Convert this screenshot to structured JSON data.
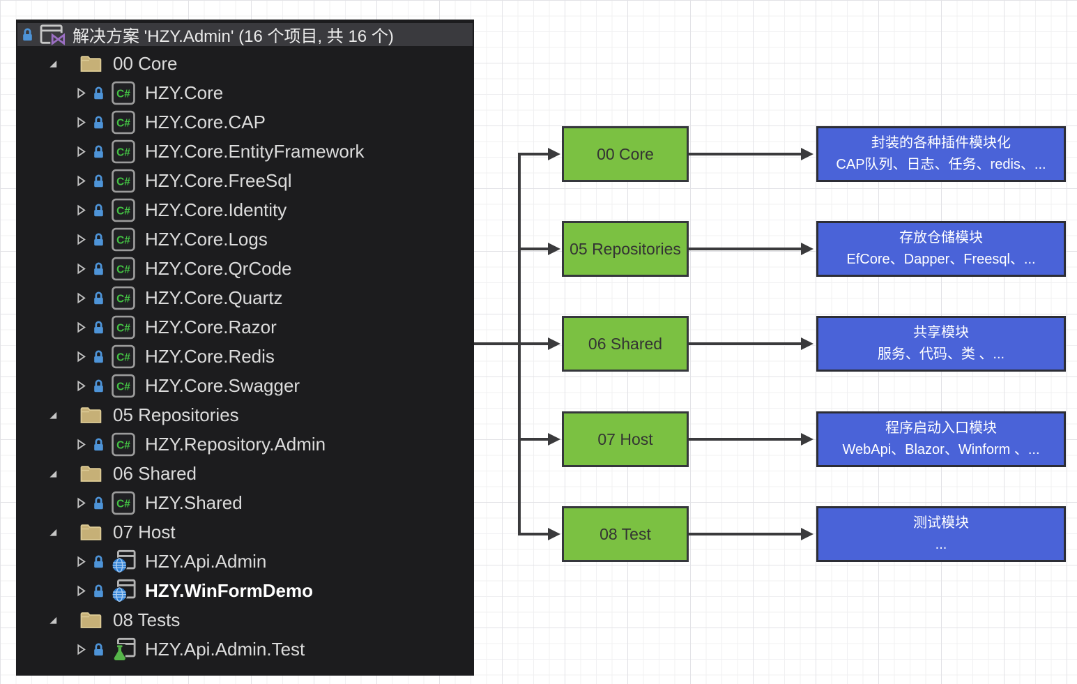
{
  "solution_explorer": {
    "title": "解决方案 'HZY.Admin' (16 个项目, 共 16 个)",
    "items": [
      {
        "type": "folder",
        "label": "00 Core"
      },
      {
        "type": "csharp",
        "label": "HZY.Core"
      },
      {
        "type": "csharp",
        "label": "HZY.Core.CAP"
      },
      {
        "type": "csharp",
        "label": "HZY.Core.EntityFramework"
      },
      {
        "type": "csharp",
        "label": "HZY.Core.FreeSql"
      },
      {
        "type": "csharp",
        "label": "HZY.Core.Identity"
      },
      {
        "type": "csharp",
        "label": "HZY.Core.Logs"
      },
      {
        "type": "csharp",
        "label": "HZY.Core.QrCode"
      },
      {
        "type": "csharp",
        "label": "HZY.Core.Quartz"
      },
      {
        "type": "csharp",
        "label": "HZY.Core.Razor"
      },
      {
        "type": "csharp",
        "label": "HZY.Core.Redis"
      },
      {
        "type": "csharp",
        "label": "HZY.Core.Swagger"
      },
      {
        "type": "folder",
        "label": "05 Repositories"
      },
      {
        "type": "csharp",
        "label": "HZY.Repository.Admin"
      },
      {
        "type": "folder",
        "label": "06 Shared"
      },
      {
        "type": "csharp",
        "label": "HZY.Shared"
      },
      {
        "type": "folder",
        "label": "07 Host"
      },
      {
        "type": "web",
        "label": "HZY.Api.Admin"
      },
      {
        "type": "web",
        "label": "HZY.WinFormDemo",
        "bold": true
      },
      {
        "type": "folder",
        "label": "08 Tests"
      },
      {
        "type": "test",
        "label": "HZY.Api.Admin.Test"
      }
    ]
  },
  "diagram": {
    "rows": [
      {
        "source": "00 Core",
        "desc_line1": "封装的各种插件模块化",
        "desc_line2": "CAP队列、日志、任务、redis、..."
      },
      {
        "source": "05 Repositories",
        "desc_line1": "存放仓储模块",
        "desc_line2": "EfCore、Dapper、Freesql、..."
      },
      {
        "source": "06 Shared",
        "desc_line1": "共享模块",
        "desc_line2": "服务、代码、类 、..."
      },
      {
        "source": "07 Host",
        "desc_line1": "程序启动入口模块",
        "desc_line2": "WebApi、Blazor、Winform 、..."
      },
      {
        "source": "08 Test",
        "desc_line1": "测试模块",
        "desc_line2": "..."
      }
    ]
  },
  "icons": {
    "csharp_glyph": "C#",
    "solution_glyph": "⋈",
    "names": [
      "lock-icon",
      "solution-icon",
      "chevron-collapsed-icon",
      "chevron-expanded-icon",
      "folder-icon",
      "csharp-project-icon",
      "web-project-icon",
      "test-project-icon"
    ]
  },
  "colors": {
    "module_green": "#7bc142",
    "desc_blue": "#4a63d8",
    "arrow": "#3a3a3c",
    "panel_bg": "#1c1c1e",
    "header_bg": "#3a3a3e",
    "folder_tan": "#c6b077",
    "lock_blue": "#4e94d8",
    "csharp_green": "#44c344",
    "globe_blue": "#2e7fd4",
    "flask_green": "#56b54a",
    "vs_purple": "#9b6fc3"
  }
}
